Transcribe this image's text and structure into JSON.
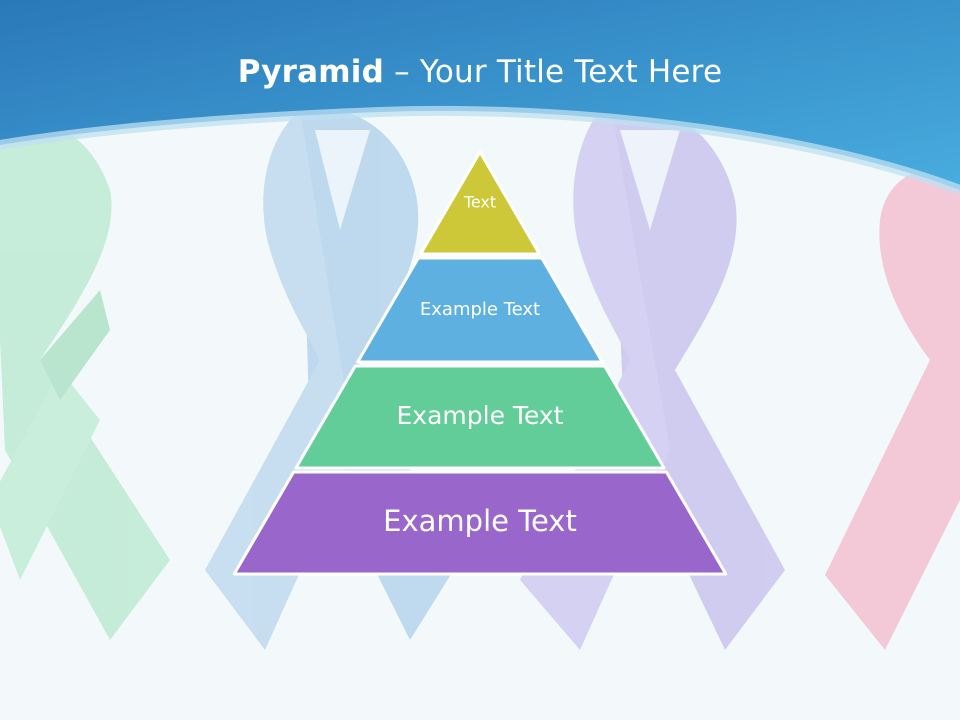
{
  "slide": {
    "title_bold": "Pyramid",
    "title_rest": " – Your Title Text Here"
  },
  "pyramid": {
    "tiers": [
      {
        "label": "Text",
        "color": "#cdc837"
      },
      {
        "label": "Example Text",
        "color": "#5eb0e0"
      },
      {
        "label": "Example Text",
        "color": "#63cd99"
      },
      {
        "label": "Example Text",
        "color": "#9966cc"
      }
    ]
  },
  "colors": {
    "header_top": "#2b7fbf",
    "header_bottom": "#45a9de",
    "background": "#f3f9fb",
    "ribbon_green": "#c3ecd7",
    "ribbon_blue": "#bcd8ee",
    "ribbon_purple": "#cfcaf0",
    "ribbon_pink": "#f2c6d6"
  }
}
